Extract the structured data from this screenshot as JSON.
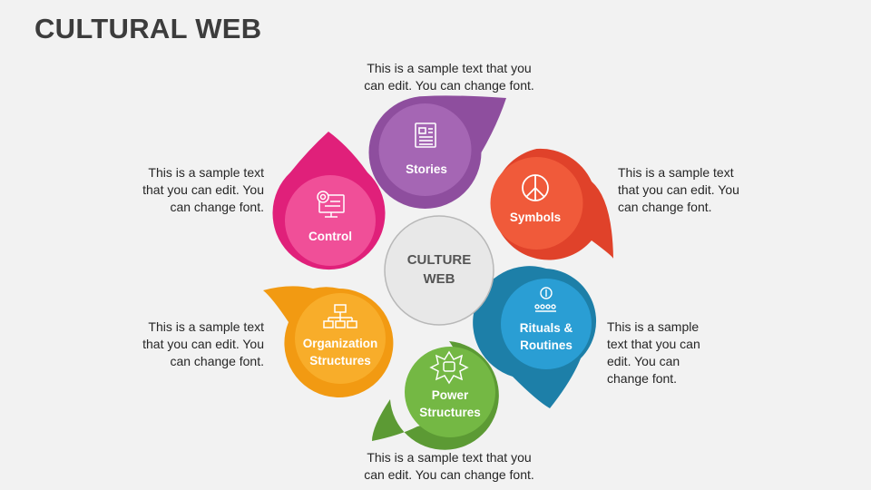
{
  "title": "CULTURAL WEB",
  "center": {
    "line1": "CULTURE",
    "line2": "WEB"
  },
  "segments": {
    "stories": {
      "label": "Stories",
      "color": "#8e4e9e",
      "light": "#a566b4"
    },
    "symbols": {
      "label": "Symbols",
      "color": "#e0422a",
      "light": "#f05a3a"
    },
    "rituals": {
      "line1": "Rituals &",
      "line2": "Routines",
      "color": "#1d7fa8",
      "light": "#2a9ed4"
    },
    "power": {
      "line1": "Power",
      "line2": "Structures",
      "color": "#5c9a34",
      "light": "#74b844"
    },
    "organization": {
      "line1": "Organization",
      "line2": "Structures",
      "color": "#f29a12",
      "light": "#f8ad2a"
    },
    "control": {
      "label": "Control",
      "color": "#e0207a",
      "light": "#f04f98"
    }
  },
  "descriptions": {
    "top": "This is a sample text that you\ncan edit. You can change font.",
    "right_upper": "This is a sample text\nthat you can edit. You\ncan change font.",
    "left_upper": "This is a sample text\nthat you can edit. You\ncan change font.",
    "left_lower": "This is a sample text\nthat you can edit. You\ncan change font.",
    "right_lower": "This is a sample\ntext that you can\nedit. You can\nchange font.",
    "bottom": "This is a sample text that you\ncan edit. You can change font."
  }
}
